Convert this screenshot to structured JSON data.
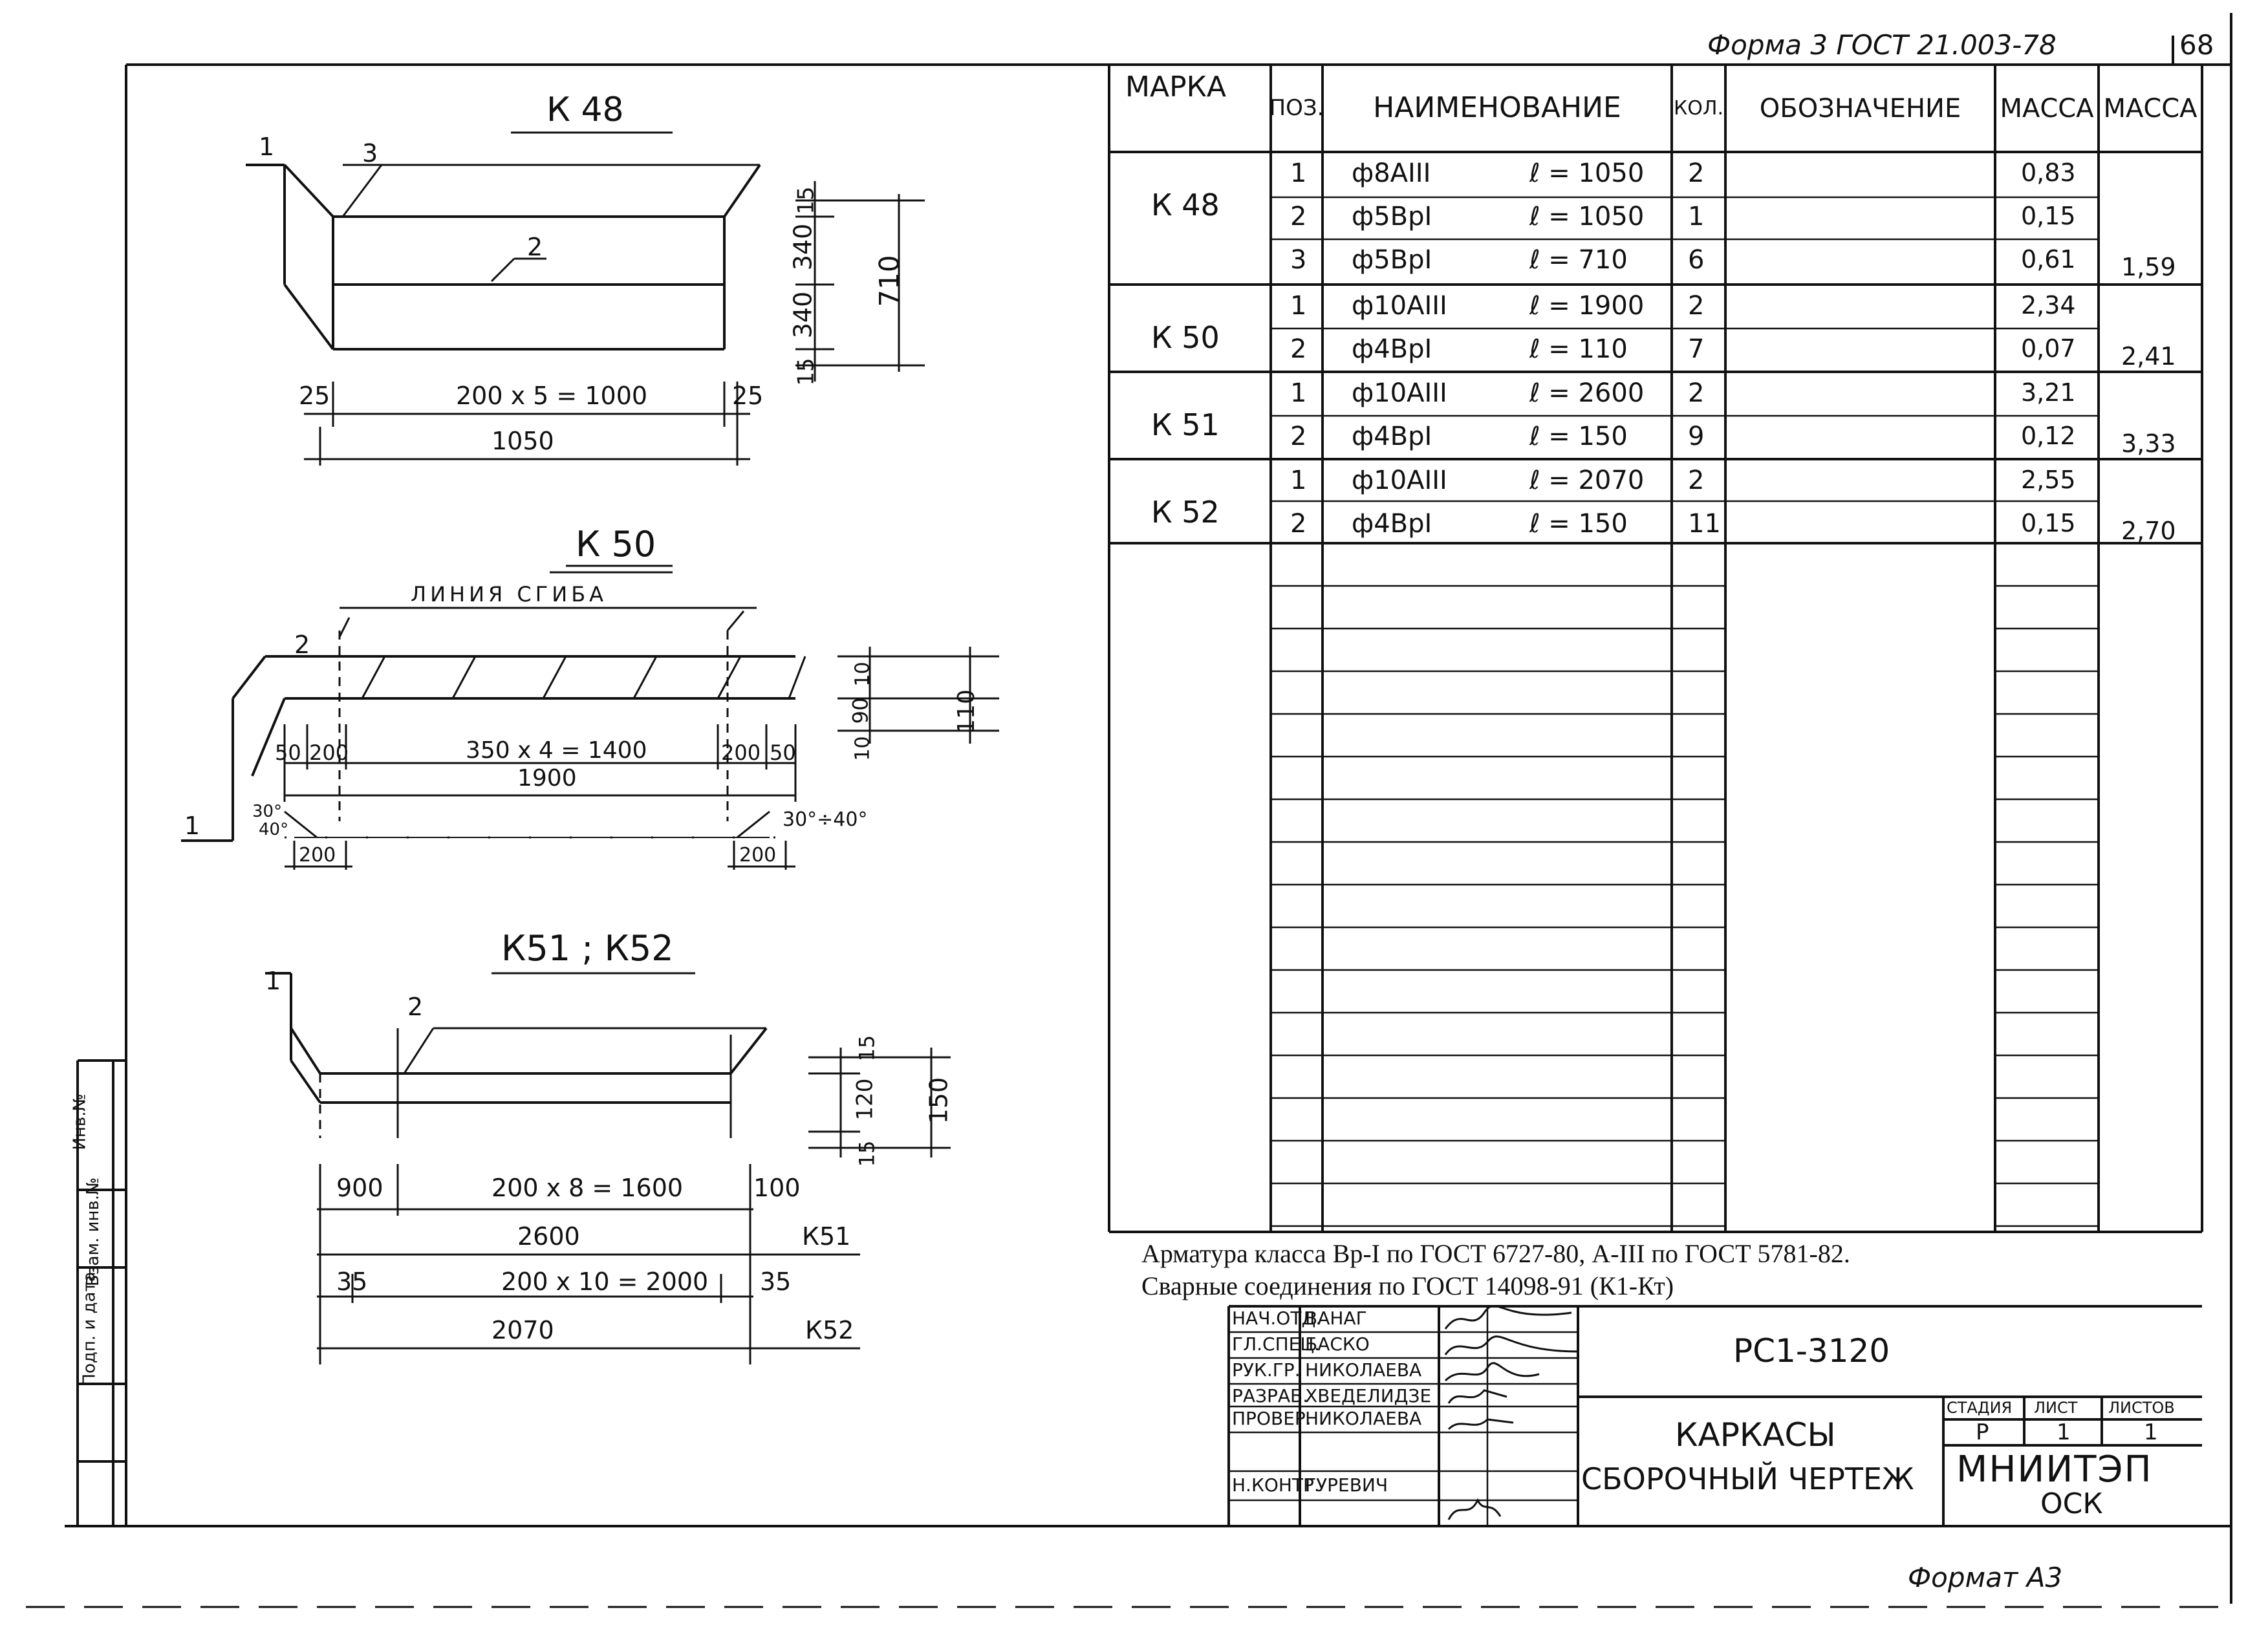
{
  "header": {
    "form_ref": "Форма 3  ГОСТ 21.003-78",
    "page_number": "68"
  },
  "drawings": {
    "k48": {
      "title": "К 48",
      "labels": [
        "1",
        "3",
        "2"
      ],
      "dims": {
        "left": "25",
        "middle": "200 x 5 = 1000",
        "right": "25",
        "total": "1050",
        "top": "15",
        "v1": "340",
        "v2": "340",
        "bottom": "15",
        "height": "710"
      }
    },
    "k50": {
      "title": "К 50",
      "bend_line": "ЛИНИЯ СГИБА",
      "labels": [
        "2",
        "1"
      ],
      "dims": {
        "left_50": "50",
        "left_200": "200",
        "middle": "350 x 4 = 1400",
        "right_200": "200",
        "right_50": "50",
        "total": "1900",
        "top": "10",
        "v_mid": "90",
        "bottom": "10",
        "height": "110",
        "angle_left_top": "30°",
        "angle_left_bottom": "40°",
        "angle_right": "30°÷40°",
        "foot_left": "200",
        "foot_right": "200"
      }
    },
    "k51_52": {
      "title": "К51 ; К52",
      "labels": [
        "1",
        "2"
      ],
      "dims": {
        "left_900": "900",
        "middle_k51": "200 x 8 = 1600",
        "right_100": "100",
        "total_k51": "2600",
        "mark_k51": "К51",
        "left_35": "35",
        "middle_k52": "200 x 10 = 2000",
        "right_35": "35",
        "total_k52": "2070",
        "mark_k52": "К52",
        "top": "15",
        "v_mid": "120",
        "bottom": "15",
        "height": "150"
      }
    }
  },
  "spec_table": {
    "columns": [
      "МАРКА",
      "ПОЗ.",
      "НАИМЕНОВАНИЕ",
      "КОЛ.",
      "ОБОЗНАЧЕНИЕ",
      "МАССА",
      "МАССА"
    ],
    "groups": [
      {
        "mark": "К 48",
        "total": "1,59",
        "rows": [
          {
            "pos": "1",
            "name": "ф8АIII",
            "len": "ℓ = 1050",
            "qty": "2",
            "mass": "0,83"
          },
          {
            "pos": "2",
            "name": "ф5ВрI",
            "len": "ℓ = 1050",
            "qty": "1",
            "mass": "0,15"
          },
          {
            "pos": "3",
            "name": "ф5ВрI",
            "len": "ℓ = 710",
            "qty": "6",
            "mass": "0,61"
          }
        ]
      },
      {
        "mark": "К 50",
        "total": "2,41",
        "rows": [
          {
            "pos": "1",
            "name": "ф10АIII",
            "len": "ℓ = 1900",
            "qty": "2",
            "mass": "2,34"
          },
          {
            "pos": "2",
            "name": "ф4ВрI",
            "len": "ℓ = 110",
            "qty": "7",
            "mass": "0,07"
          }
        ]
      },
      {
        "mark": "К 51",
        "total": "3,33",
        "rows": [
          {
            "pos": "1",
            "name": "ф10АIII",
            "len": "ℓ = 2600",
            "qty": "2",
            "mass": "3,21"
          },
          {
            "pos": "2",
            "name": "ф4ВрI",
            "len": "ℓ = 150",
            "qty": "9",
            "mass": "0,12"
          }
        ]
      },
      {
        "mark": "К 52",
        "total": "2,70",
        "rows": [
          {
            "pos": "1",
            "name": "ф10АIII",
            "len": "ℓ = 2070",
            "qty": "2",
            "mass": "2,55"
          },
          {
            "pos": "2",
            "name": "ф4ВрI",
            "len": "ℓ = 150",
            "qty": "11",
            "mass": "0,15"
          }
        ]
      }
    ]
  },
  "notes": [
    "Арматура  класса Вр-I по ГОСТ 6727-80,        А-III по ГОСТ 5781-82.",
    "Сварные соединения по ГОСТ 14098-91 (К1-Кт)"
  ],
  "title_block": {
    "doc_code": "РС1-3120",
    "title_line1": "КАРКАСЫ",
    "title_line2": "СБОРОЧНЫЙ  ЧЕРТЕЖ",
    "stage_label": "СТАДИЯ",
    "sheet_label": "ЛИСТ",
    "sheets_label": "ЛИСТОВ",
    "stage": "Р",
    "sheet": "1",
    "sheets": "1",
    "org": "МНИИТЭП",
    "org_sub": "ОСК",
    "signatures": [
      {
        "role": "НАЧ.ОТД.",
        "name": "ВАНАГ"
      },
      {
        "role": "ГЛ.СПЕЦ.",
        "name": "БАСКО"
      },
      {
        "role": "РУК.ГР.",
        "name": "НИКОЛАЕВА"
      },
      {
        "role": "РАЗРАБ.",
        "name": "ХВЕДЕЛИДЗЕ"
      },
      {
        "role": "ПРОВЕР.",
        "name": "НИКОЛАЕВА"
      },
      {
        "role": "",
        "name": ""
      },
      {
        "role": "Н.КОНТР.",
        "name": "ГУРЕВИЧ"
      }
    ]
  },
  "side_stamp": {
    "inv_label": "Инв.№",
    "sign_label": "Подп. и дата",
    "vzam_label": "Взам. инв.№"
  },
  "footer": {
    "format": "Формат А3"
  }
}
